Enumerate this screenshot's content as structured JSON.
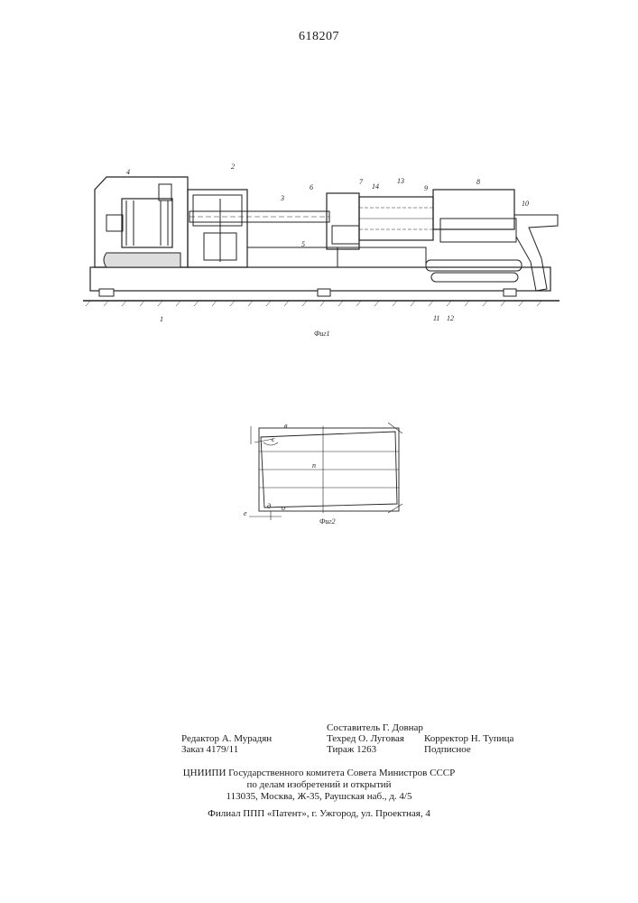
{
  "document": {
    "patent_number": "618207"
  },
  "figure1": {
    "caption": "Фиг1",
    "labels": [
      "4",
      "2",
      "3",
      "6",
      "7",
      "14",
      "13",
      "9",
      "8",
      "10",
      "5",
      "1",
      "11",
      "12"
    ]
  },
  "figure2": {
    "caption": "Фиг2",
    "labels": [
      "в",
      "с",
      "п",
      "е",
      "д",
      "о"
    ]
  },
  "imprint": {
    "compiler": "Составитель Г. Довнар",
    "editor": "Редактор А. Мурадян",
    "techred": "Техред О. Луговая",
    "corrector": "Корректор Н. Тупица",
    "order": "Заказ 4179/11",
    "circulation": "Тираж 1263",
    "subscription": "Подписное",
    "institute_line1": "ЦНИИПИ  Государственного  комитета  Совета  Министров  СССР",
    "institute_line2": "по  делам  изобретений  и  открытий",
    "address": "113035,  Москва,  Ж-35,  Раушская  наб.,  д.  4/5",
    "branch": "Филиал  ППП  «Патент»,  г.  Ужгород,  ул.  Проектная,  4"
  }
}
